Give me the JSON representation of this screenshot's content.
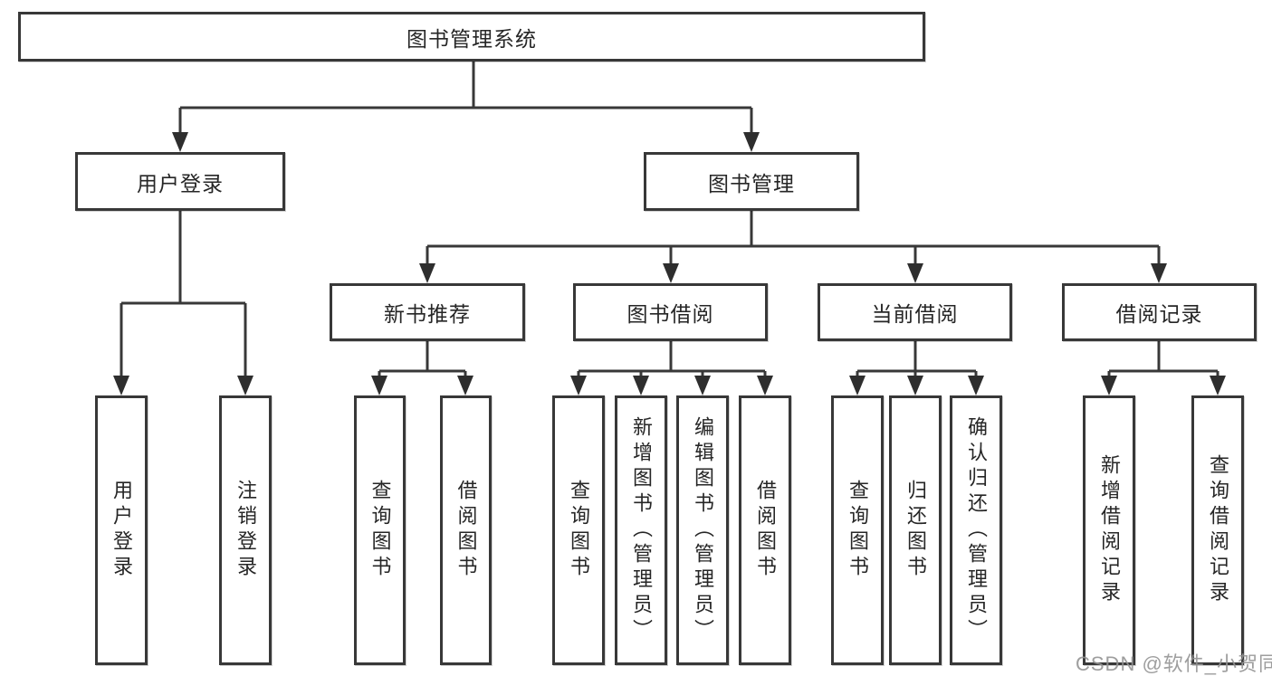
{
  "diagram": {
    "root": {
      "label": "图书管理系统"
    },
    "level2": {
      "user_login": {
        "label": "用户登录"
      },
      "book_mgmt": {
        "label": "图书管理"
      }
    },
    "level3": {
      "new_book_rec": {
        "label": "新书推荐"
      },
      "book_borrow": {
        "label": "图书借阅"
      },
      "current_borrow": {
        "label": "当前借阅"
      },
      "borrow_records": {
        "label": "借阅记录"
      }
    },
    "leaves": {
      "ul_login": {
        "label": "用户登录",
        "parent": "用户登录"
      },
      "ul_logout": {
        "label": "注销登录",
        "parent": "用户登录"
      },
      "nr_query": {
        "label": "查询图书",
        "parent": "新书推荐"
      },
      "nr_borrow": {
        "label": "借阅图书",
        "parent": "新书推荐"
      },
      "bb_query": {
        "label": "查询图书",
        "parent": "图书借阅"
      },
      "bb_add": {
        "label": "新增图书（管理员）",
        "parent": "图书借阅"
      },
      "bb_edit": {
        "label": "编辑图书（管理员）",
        "parent": "图书借阅"
      },
      "bb_borrow": {
        "label": "借阅图书",
        "parent": "图书借阅"
      },
      "cb_query": {
        "label": "查询图书",
        "parent": "当前借阅"
      },
      "cb_return": {
        "label": "归还图书",
        "parent": "当前借阅"
      },
      "cb_confirm": {
        "label": "确认归还（管理员）",
        "parent": "当前借阅"
      },
      "br_add": {
        "label": "新增借阅记录",
        "parent": "借阅记录"
      },
      "br_query": {
        "label": "查询借阅记录",
        "parent": "借阅记录"
      }
    },
    "colors": {
      "line": "#383838",
      "arrow": "#2e2e2e",
      "text": "#262626",
      "background": "#ffffff",
      "watermark_gray": "#949494"
    }
  },
  "watermark": {
    "text": "CSDN @软件_小贺同学"
  }
}
